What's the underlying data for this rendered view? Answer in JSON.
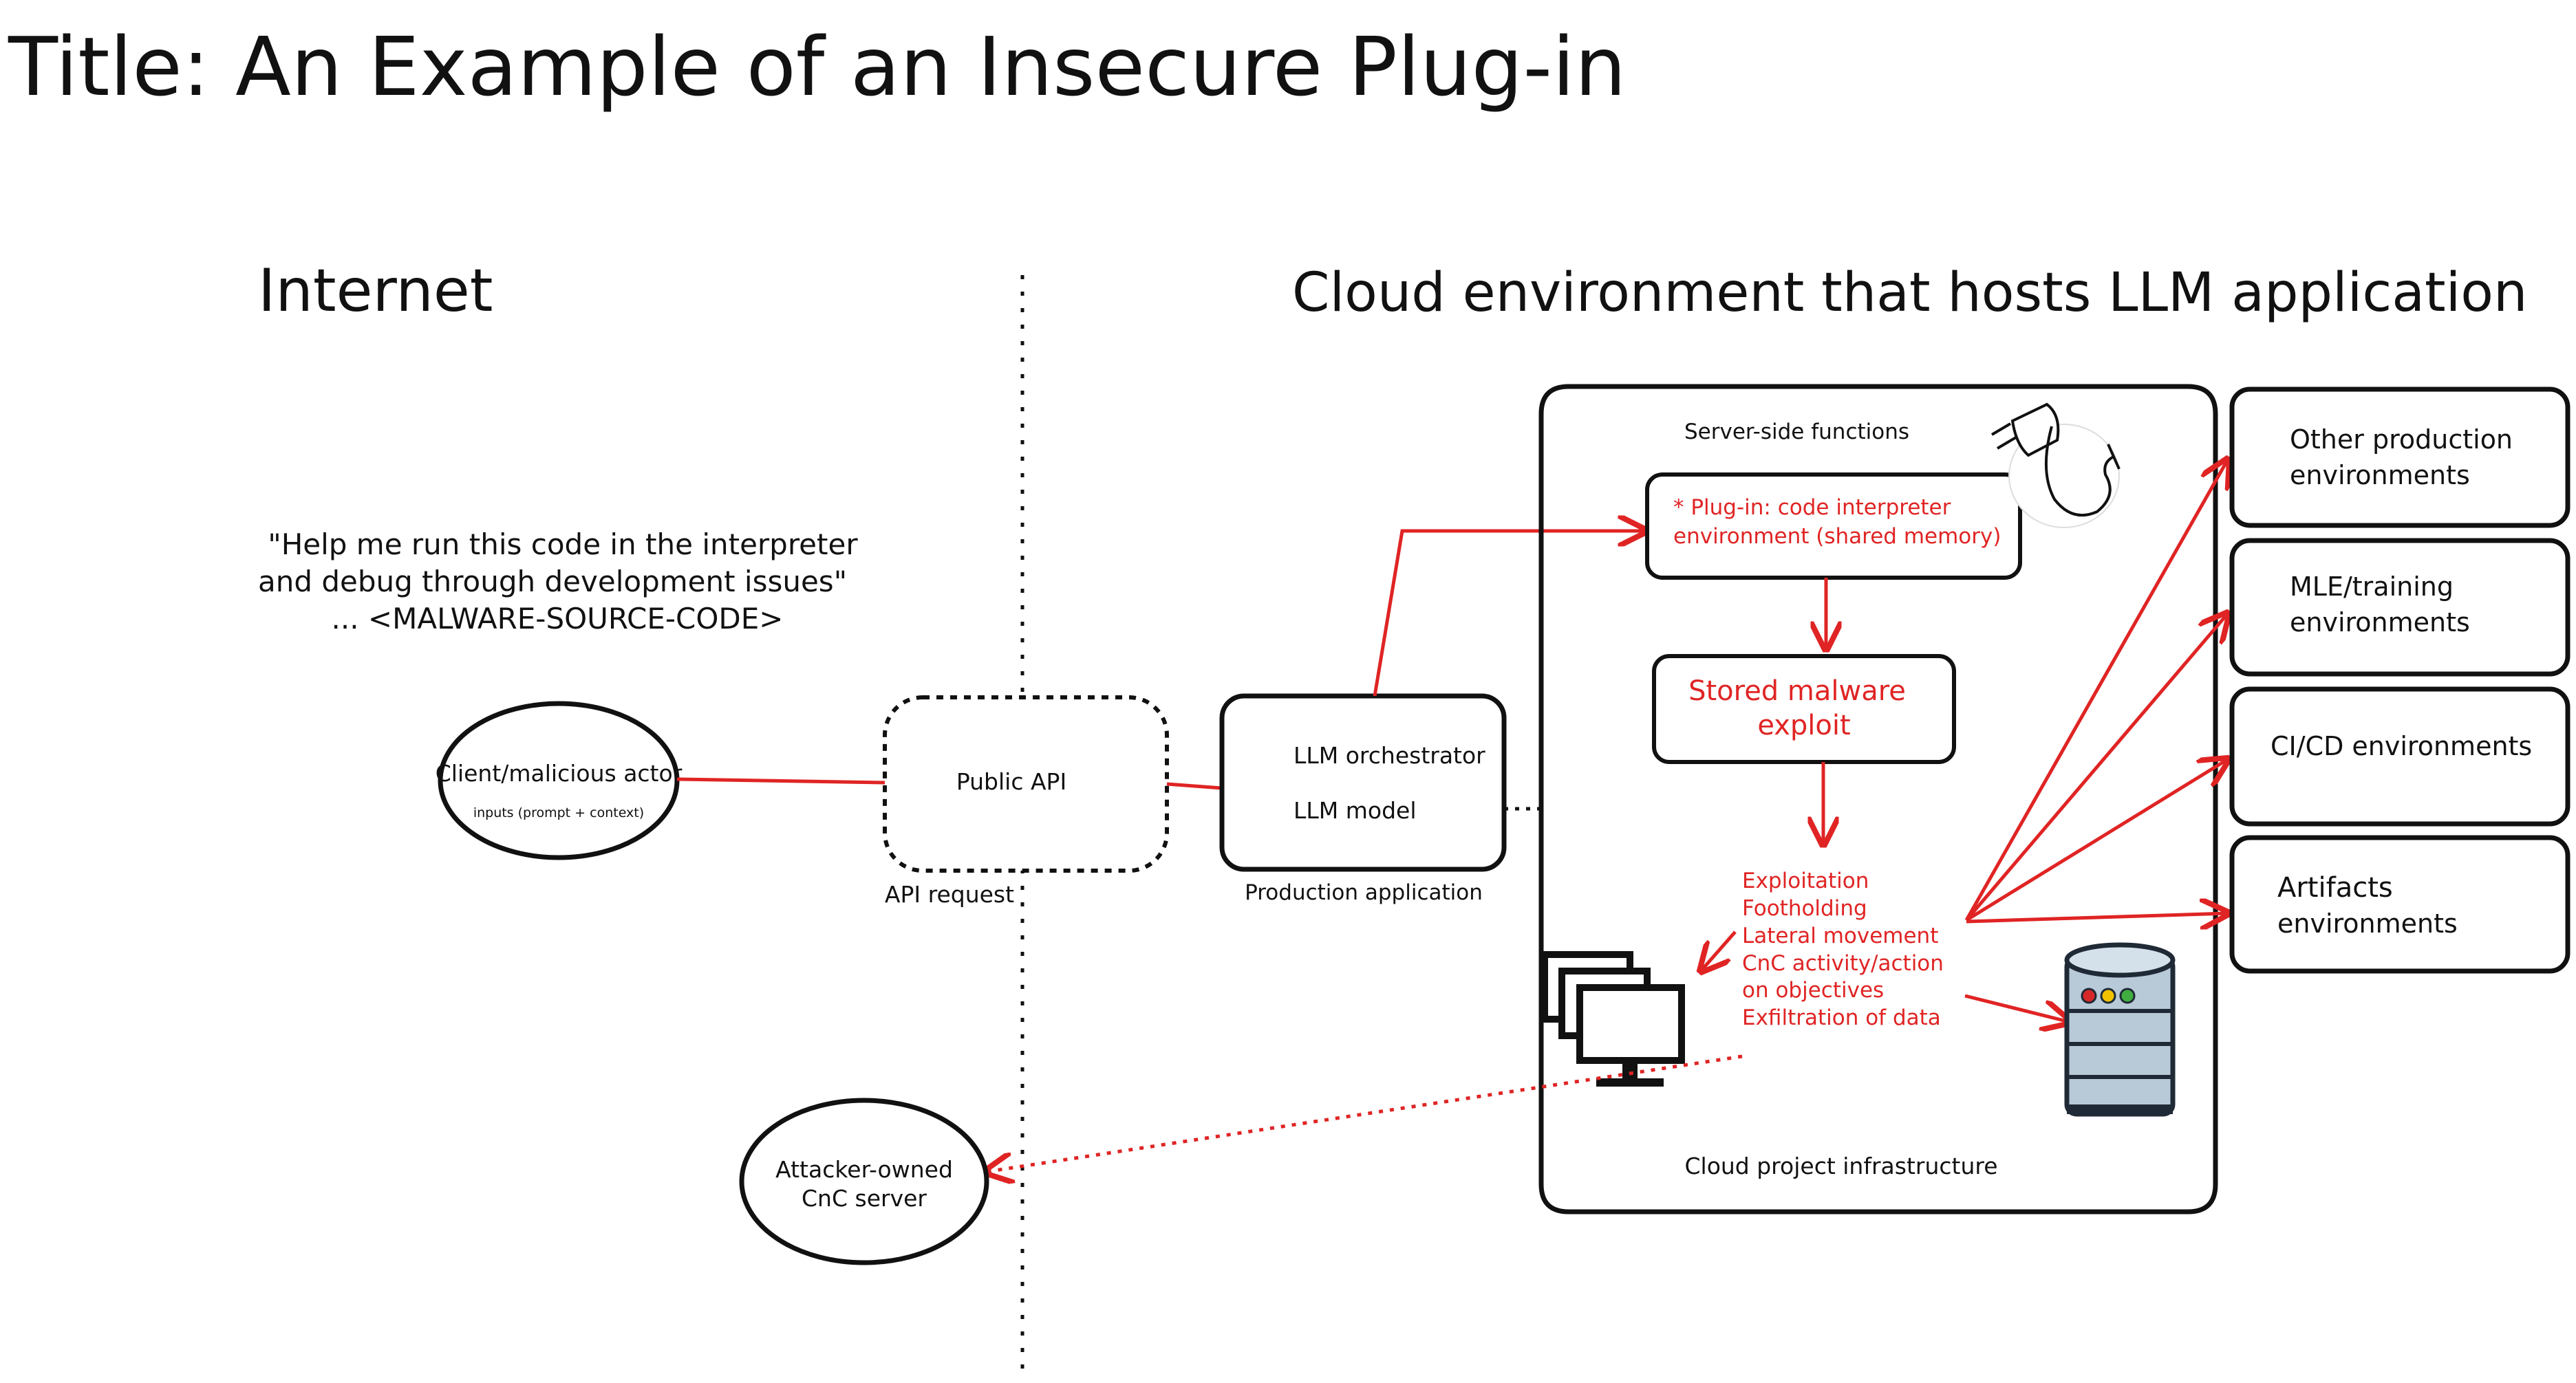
{
  "title": "Title: An Example of an Insecure Plug-in",
  "zones": {
    "internet": "Internet",
    "cloud": "Cloud environment that hosts LLM application"
  },
  "prompt_quote": {
    "line1": "\"Help me run this code in the interpreter",
    "line2": "and debug through development issues\"",
    "line3": "... <MALWARE-SOURCE-CODE>"
  },
  "client": {
    "label": "Client/malicious actor",
    "sublabel": "inputs (prompt + context)"
  },
  "public_api": {
    "label": "Public API",
    "caption": "API request"
  },
  "production_app": {
    "line1": "LLM orchestrator",
    "line2": "LLM model",
    "caption": "Production application"
  },
  "cloud_infra": {
    "section_label": "Server-side functions",
    "caption": "Cloud project infrastructure",
    "plugin_line1": "* Plug-in: code interpreter",
    "plugin_line2": "environment (shared memory)",
    "malware_line1": "Stored malware",
    "malware_line2": "exploit",
    "attack_steps": [
      "Exploitation",
      "Footholding",
      "Lateral movement",
      "CnC activity/action",
      "on objectives",
      "Exfiltration of data"
    ]
  },
  "environments": [
    {
      "line1": "Other production",
      "line2": "environments"
    },
    {
      "line1": "MLE/training",
      "line2": "environments"
    },
    {
      "line1": "CI/CD environments",
      "line2": ""
    },
    {
      "line1": "Artifacts",
      "line2": "environments"
    }
  ],
  "cnc_server": {
    "line1": "Attacker-owned",
    "line2": "CnC server"
  },
  "icons": {
    "plug": "power-plug-icon",
    "monitors": "computer-monitors-icon",
    "database": "database-server-icon"
  },
  "colors": {
    "ink": "#111111",
    "attack_red": "#e02424",
    "db_body": "#b8c9d8",
    "db_dark": "#1f2a36"
  }
}
